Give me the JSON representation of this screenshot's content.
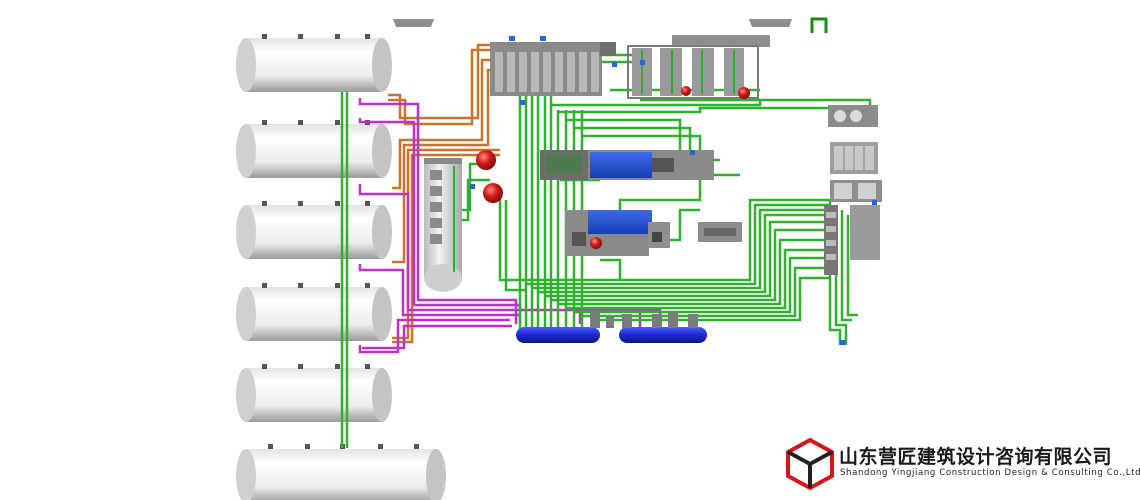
{
  "brand": {
    "name_cn": "山东营匠建筑设计咨询有限公司",
    "name_en": "Shandong Yingjiang Construction Design & Consulting Co.,Ltd",
    "logo_icon": "isometric-cube-logo",
    "colors": {
      "red": "#d6141b",
      "dark": "#222222"
    }
  },
  "diagram": {
    "description_type": "3d-piping-plant-model",
    "colors": {
      "green_pipe": "#2fb12f",
      "magenta_pipe": "#c030c8",
      "orange_pipe": "#c8742c",
      "tank_body": "#f4f4f4",
      "equipment_grey": "#8c8c8c",
      "pump_blue": "#1f4fd6",
      "sphere_red": "#d01c1c",
      "header_blue": "#1830c8"
    }
  }
}
